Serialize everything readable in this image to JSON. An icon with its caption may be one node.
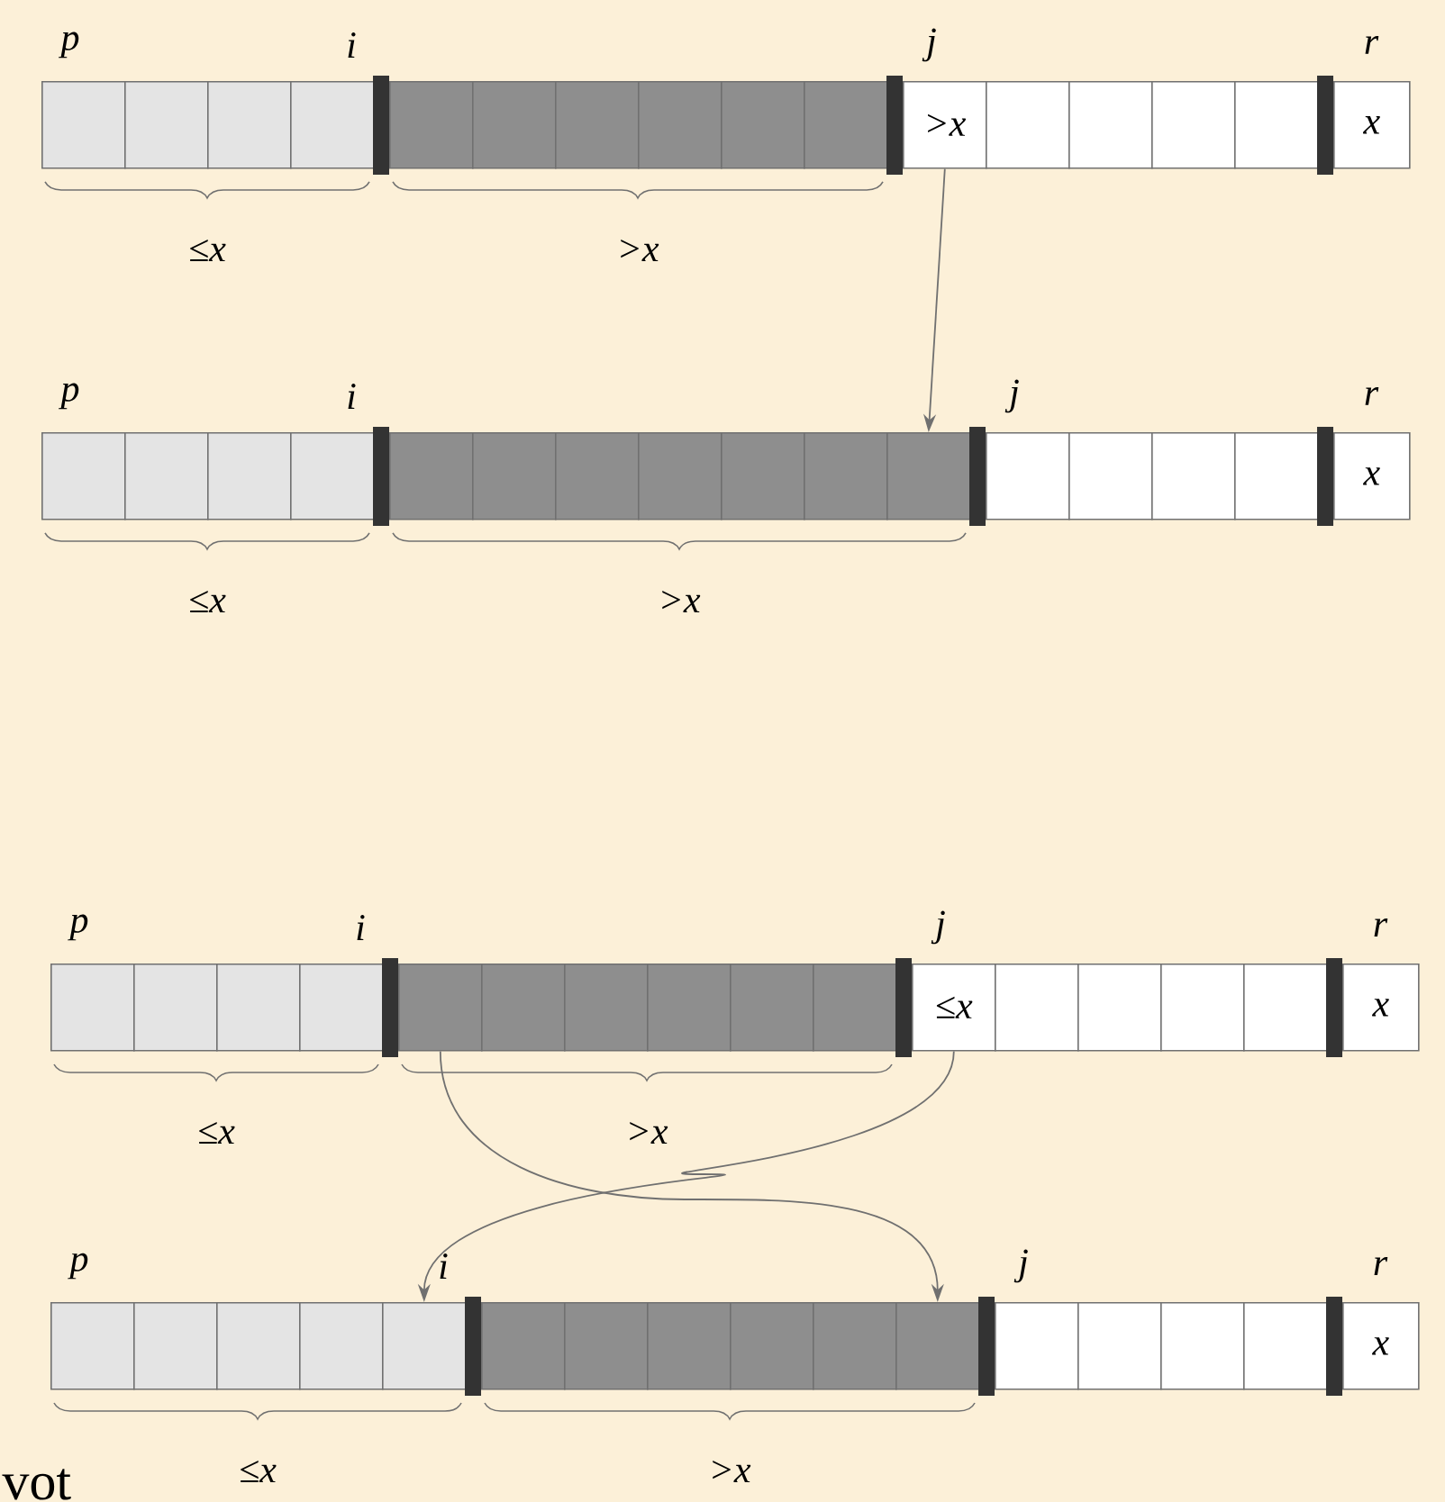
{
  "diagram": {
    "nodes": [
      {
        "text": [],
        "shape": "box"
      },
      {
        "text": [],
        "shape": "box"
      },
      {
        "text": [],
        "shape": "box"
      },
      {
        "text": [],
        "shape": "box"
      },
      {
        "text": [],
        "shape": "box"
      },
      {
        "text": [],
        "shape": "box"
      },
      {
        "text": [],
        "shape": "box"
      },
      {
        "text": [],
        "shape": "box"
      },
      {
        "text": [],
        "shape": "box"
      },
      {
        "text": [],
        "shape": "box"
      },
      {
        "text": [
          ">x"
        ]
      },
      {
        "text": [],
        "shape": "box"
      },
      {
        "text": [],
        "shape": "box"
      },
      {
        "text": [],
        "shape": "box"
      },
      {
        "text": [],
        "shape": "box"
      },
      {
        "text": [
          "x"
        ]
      },
      {
        "text": [],
        "shape": "box"
      },
      {
        "text": [],
        "shape": "box"
      },
      {
        "text": [],
        "shape": "box"
      },
      {
        "text": [],
        "shape": "box"
      },
      {
        "text": [],
        "shape": "box"
      },
      {
        "text": [],
        "shape": "box"
      },
      {
        "text": [],
        "shape": "box"
      },
      {
        "text": [],
        "shape": "box"
      },
      {
        "text": [],
        "shape": "box"
      },
      {
        "text": [],
        "shape": "box"
      },
      {
        "text": [],
        "shape": "box"
      },
      {
        "text": [],
        "shape": "box"
      },
      {
        "text": [],
        "shape": "box"
      },
      {
        "text": [],
        "shape": "box"
      },
      {
        "text": [],
        "shape": "box"
      },
      {
        "text": [
          "x"
        ]
      },
      {
        "text": [],
        "shape": "box"
      },
      {
        "text": [],
        "shape": "box"
      },
      {
        "text": [],
        "shape": "box"
      },
      {
        "text": [],
        "shape": "box"
      },
      {
        "text": [],
        "shape": "box"
      },
      {
        "text": [],
        "shape": "box"
      },
      {
        "text": [],
        "shape": "box"
      },
      {
        "text": [],
        "shape": "box"
      },
      {
        "text": [],
        "shape": "box"
      },
      {
        "text": [],
        "shape": "box"
      },
      {
        "text": [
          "≤x"
        ]
      },
      {
        "text": [],
        "shape": "box"
      },
      {
        "text": [],
        "shape": "box"
      },
      {
        "text": [],
        "shape": "box"
      },
      {
        "text": [],
        "shape": "box"
      },
      {
        "text": [
          "x"
        ]
      },
      {
        "text": [],
        "shape": "box"
      },
      {
        "text": [],
        "shape": "box"
      },
      {
        "text": [],
        "shape": "box"
      },
      {
        "text": [],
        "shape": "box"
      },
      {
        "text": [],
        "shape": "box"
      },
      {
        "text": [],
        "shape": "box"
      },
      {
        "text": [],
        "shape": "box"
      },
      {
        "text": [],
        "shape": "box"
      },
      {
        "text": [],
        "shape": "box"
      },
      {
        "text": [],
        "shape": "box"
      },
      {
        "text": [],
        "shape": "box"
      },
      {
        "text": [],
        "shape": "box"
      },
      {
        "text": [],
        "shape": "box"
      },
      {
        "text": [],
        "shape": "box"
      },
      {
        "text": [],
        "shape": "box"
      },
      {
        "text": [
          "x"
        ]
      }
    ],
    "edges": [
      {
        "from": 10,
        "to": 26,
        "arrow": "to"
      },
      {
        "from": 42,
        "to": 52,
        "arrow": "to"
      },
      {
        "from": 36,
        "to": 58,
        "arrow": "to"
      }
    ],
    "labels": [
      "p",
      "i",
      "j",
      "r",
      "≤x",
      ">x",
      "p",
      "i",
      "j",
      "r",
      "≤x",
      ">x",
      "p",
      "i",
      "j",
      "r",
      "≤x",
      ">x",
      "p",
      "i",
      "j",
      "r",
      "≤x",
      ">x",
      "vot"
    ]
  }
}
